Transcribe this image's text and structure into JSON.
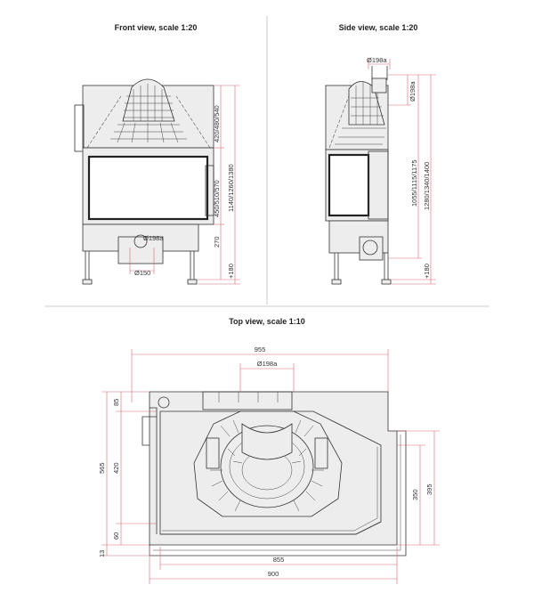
{
  "colors": {
    "dimension": "#d66b72",
    "outline": "#333333",
    "body_fill": "#ededed",
    "separator": "#bdbdbd"
  },
  "views": {
    "front": {
      "title": "Front view, scale 1:20",
      "dims": {
        "upper": "420/480/540",
        "middle": "450/510/570",
        "overall": "1140/1260/1380",
        "base": "270",
        "legs": "+180",
        "outlet": "Ø150",
        "flue": "Ø198a"
      }
    },
    "side": {
      "title": "Side view, scale 1:20",
      "dims": {
        "top": "Ø198a",
        "right_small": "Ø198a",
        "depth": "1055/1115/1175",
        "overall": "1280/1340/1400",
        "legs": "+180"
      }
    },
    "top": {
      "title": "Top view, scale 1:10",
      "dims": {
        "overall_width": "955",
        "flue": "Ø198a",
        "bottom_inner": "855",
        "bottom_overall": "900",
        "left_85": "85",
        "left_420": "420",
        "left_565": "565",
        "left_60": "60",
        "left_13": "13",
        "right_350": "350",
        "right_395": "395"
      }
    }
  }
}
